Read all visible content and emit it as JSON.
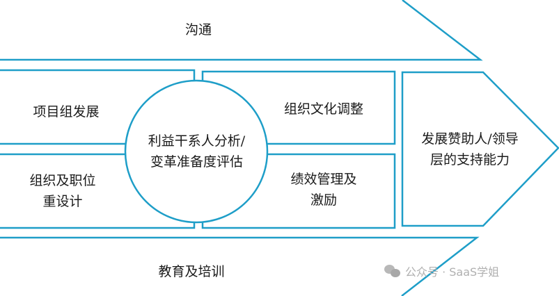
{
  "diagram": {
    "top_band": "沟通",
    "bottom_band": "教育及培训",
    "center": {
      "line1": "利益干系人分析/",
      "line2": "变革准备度评估"
    },
    "top_left": "项目组发展",
    "top_right": "组织文化调整",
    "bottom_left": {
      "line1": "组织及职位",
      "line2": "重设计"
    },
    "bottom_right": {
      "line1": "绩效管理及",
      "line2": "激励"
    },
    "right_arrow": {
      "line1": "发展赞助人/领导",
      "line2": "层的支持能力"
    }
  },
  "watermark": {
    "text": "公众号 · SaaS学姐",
    "icon": "wechat-icon"
  },
  "colors": {
    "stroke": "#1e9ec8"
  }
}
